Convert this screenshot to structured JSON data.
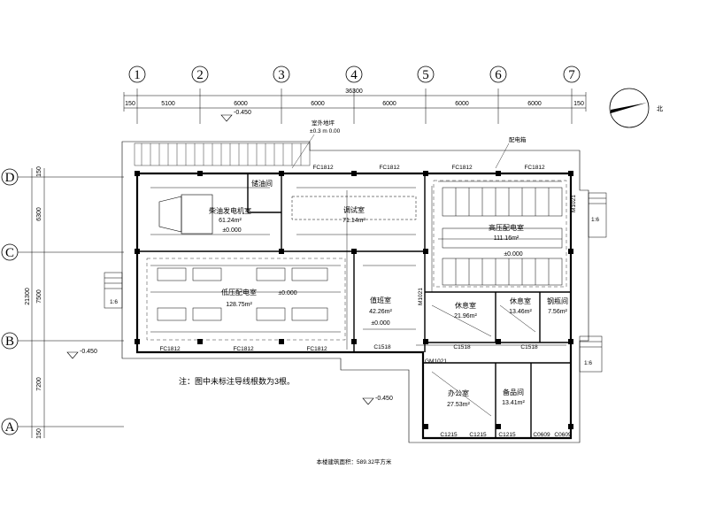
{
  "axes_horizontal": [
    "1",
    "2",
    "3",
    "4",
    "5",
    "6",
    "7"
  ],
  "axes_vertical": [
    "D",
    "C",
    "B",
    "A"
  ],
  "total_width_dim": "36300",
  "top_dims": [
    "150",
    "5100",
    "6000",
    "6000",
    "6000",
    "6000",
    "6000",
    "150"
  ],
  "left_dims": [
    "150",
    "6300",
    "7500",
    "7200",
    "150"
  ],
  "left_total_dim": "21300",
  "level_marks": {
    "top": "-0.450",
    "left": "-0.450",
    "bottom": "-0.450"
  },
  "top_note": "室外地坪",
  "top_note2": "±0.3 m 0.00",
  "right_note": "配电箱",
  "rooms": [
    {
      "name": "柴油发电机室",
      "area": "61.24m²",
      "level": "±0.000"
    },
    {
      "name": "储油间",
      "area": ""
    },
    {
      "name": "调试室",
      "area": "71.14m²"
    },
    {
      "name": "高压配电室",
      "area": "111.16m²",
      "level": "±0.000"
    },
    {
      "name": "低压配电室",
      "area": "128.75m²",
      "level": "±0.000"
    },
    {
      "name": "值班室",
      "area": "42.26m²",
      "level": "±0.000"
    },
    {
      "name": "休息室",
      "area": "21.96m²"
    },
    {
      "name": "休息室",
      "area": "13.46m²"
    },
    {
      "name": "钢瓶间",
      "area": "7.56m²"
    },
    {
      "name": "办公室",
      "area": "27.53m²"
    },
    {
      "name": "备品间",
      "area": "13.41m²"
    }
  ],
  "windows_top": [
    "FC1812",
    "FC1812",
    "FC1812",
    "FC1812"
  ],
  "windows_bottom": [
    "FC1812",
    "FC1812",
    "FC1812"
  ],
  "windows_lower": [
    "C1215",
    "C1215",
    "C1215",
    "C0609",
    "C0609"
  ],
  "windows_mid": [
    "C1518",
    "C1518",
    "C1518"
  ],
  "doors": [
    "M1021",
    "M1021",
    "GM1021"
  ],
  "stair_ratio": [
    "1:6",
    "1:6",
    "1:6"
  ],
  "note": "注：图中未标注导线根数为3根。",
  "footer": "本楼建筑面积：589.32平方米",
  "compass_label": "北"
}
